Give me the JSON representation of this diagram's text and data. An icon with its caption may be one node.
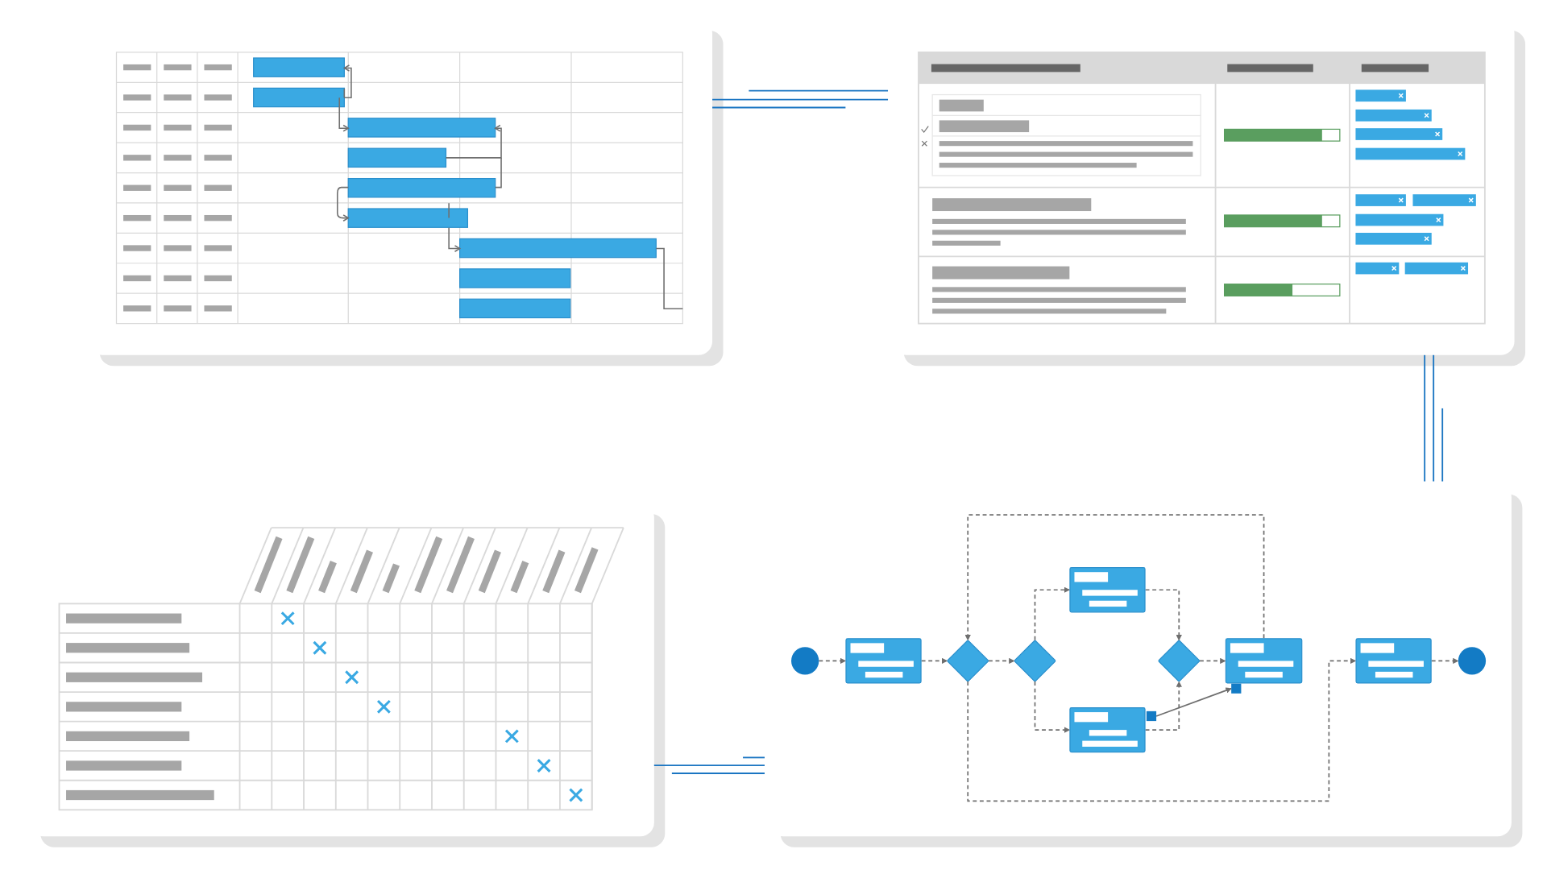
{
  "diagram": {
    "nodes": [
      {
        "text": [],
        "shape": "circle"
      },
      {
        "text": [],
        "shape": "box"
      },
      {
        "text": [],
        "shape": "diamond"
      },
      {
        "text": [],
        "shape": "diamond"
      },
      {
        "text": [],
        "shape": "box"
      },
      {
        "text": [],
        "shape": "box"
      },
      {
        "text": [],
        "shape": "diamond"
      },
      {
        "text": [],
        "shape": "box"
      },
      {
        "text": [],
        "shape": "box"
      },
      {
        "text": [],
        "shape": "circle"
      },
      {
        "text": [],
        "shape": "box"
      },
      {
        "text": [],
        "shape": "box"
      }
    ],
    "edges": [
      {
        "from": 0,
        "to": 1,
        "arrow": "to",
        "style": "dashed"
      },
      {
        "from": 1,
        "to": 2,
        "arrow": "to",
        "style": "dashed"
      },
      {
        "from": 2,
        "to": 3,
        "arrow": "to",
        "style": "dashed"
      },
      {
        "from": 3,
        "to": 4,
        "arrow": "to",
        "style": "dashed"
      },
      {
        "from": 3,
        "to": 5,
        "arrow": "to",
        "style": "dashed"
      },
      {
        "from": 4,
        "to": 6,
        "arrow": "to",
        "style": "dashed"
      },
      {
        "from": 5,
        "to": 6,
        "arrow": "to",
        "style": "dashed"
      },
      {
        "from": 6,
        "to": 7,
        "arrow": "to",
        "style": "dashed"
      },
      {
        "from": 7,
        "to": 2,
        "arrow": "to",
        "style": "dashed"
      },
      {
        "from": 2,
        "to": 8,
        "arrow": "to",
        "style": "dashed"
      },
      {
        "from": 8,
        "to": 9,
        "arrow": "to",
        "style": "dashed"
      },
      {
        "from": 10,
        "to": 11,
        "arrow": "to"
      }
    ]
  }
}
